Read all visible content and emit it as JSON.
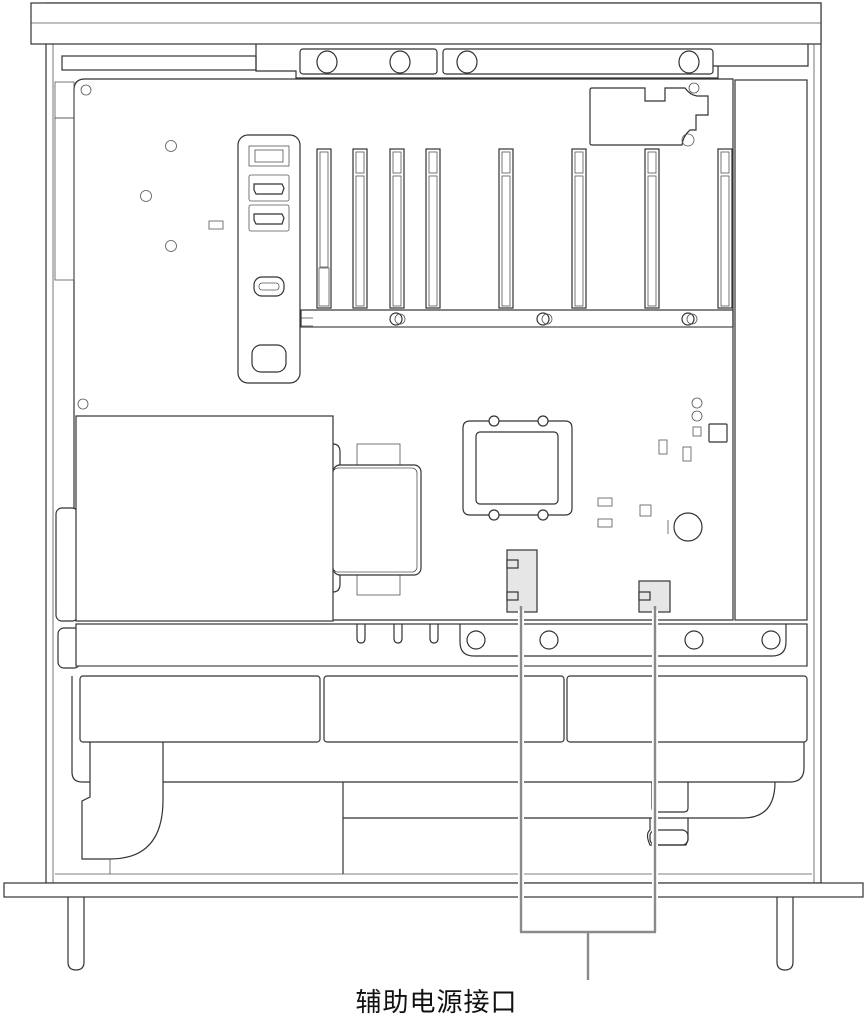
{
  "diagram": {
    "subject": "Mac Pro internal top view",
    "callout": {
      "label": "辅助电源接口",
      "line_color": "#8a8a8a",
      "targets": [
        "auxiliary-power-connector-left",
        "auxiliary-power-connector-right"
      ]
    },
    "colors": {
      "outline": "#333333",
      "connector_fill": "#e6e6e6",
      "background": "#ffffff"
    },
    "components": {
      "pcie_slots": 8,
      "io_ports": [
        "usb-a-header",
        "hdmi-port-1",
        "hdmi-port-2",
        "thunderbolt-port",
        "usb-port"
      ]
    }
  }
}
